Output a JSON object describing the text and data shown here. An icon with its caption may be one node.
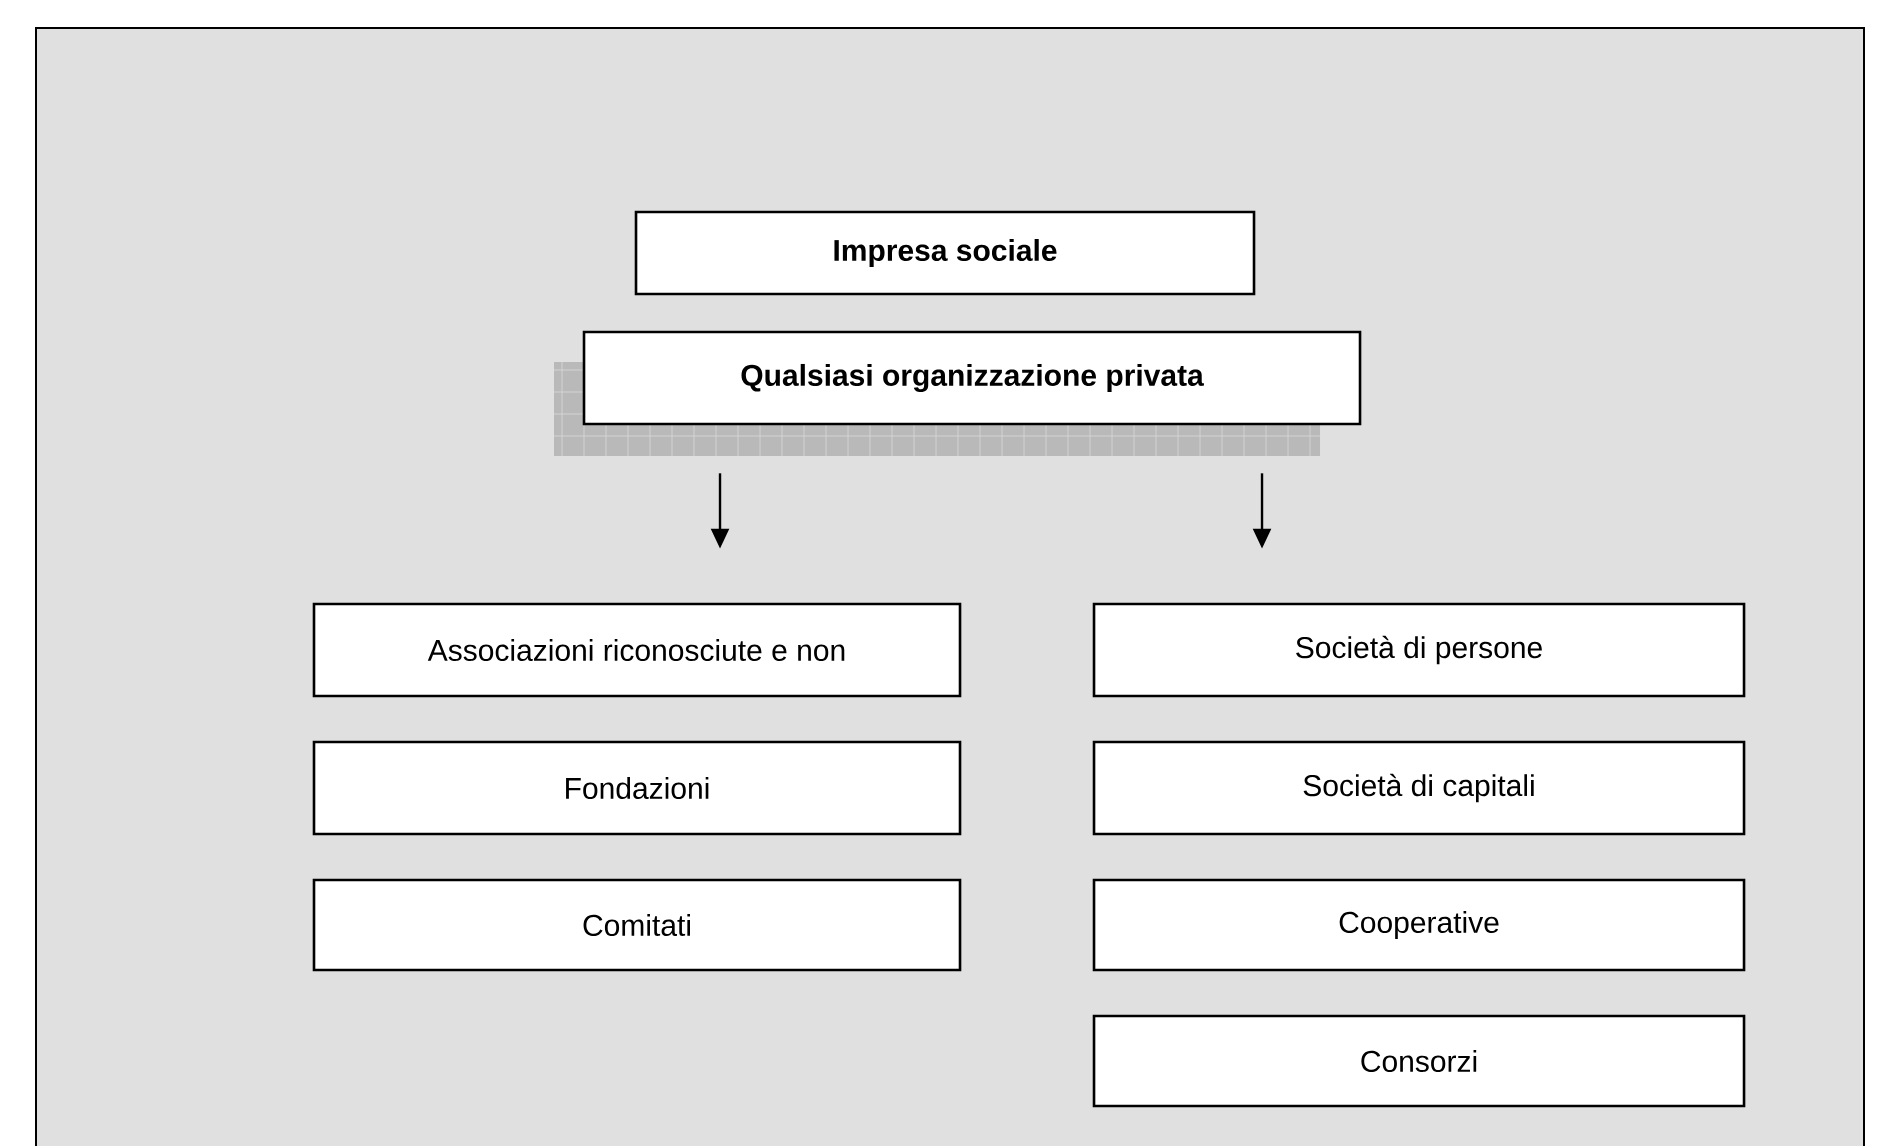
{
  "diagram": {
    "nodes": [
      {
        "text": [
          "Impresa sociale"
        ]
      },
      {
        "text": [
          "Qualsiasi organizzazione privata"
        ]
      },
      {
        "text": [
          "Associazioni riconosciute e non"
        ]
      },
      {
        "text": [
          "Fondazioni"
        ]
      },
      {
        "text": [
          "Comitati"
        ]
      },
      {
        "text": [
          "Società di persone"
        ]
      },
      {
        "text": [
          "Società di capitali"
        ]
      },
      {
        "text": [
          "Cooperative"
        ]
      },
      {
        "text": [
          "Consorzi"
        ]
      }
    ],
    "edges": [
      {
        "from": 1,
        "to": 2,
        "arrow": "to"
      },
      {
        "from": 1,
        "to": 5,
        "arrow": "to"
      }
    ]
  }
}
